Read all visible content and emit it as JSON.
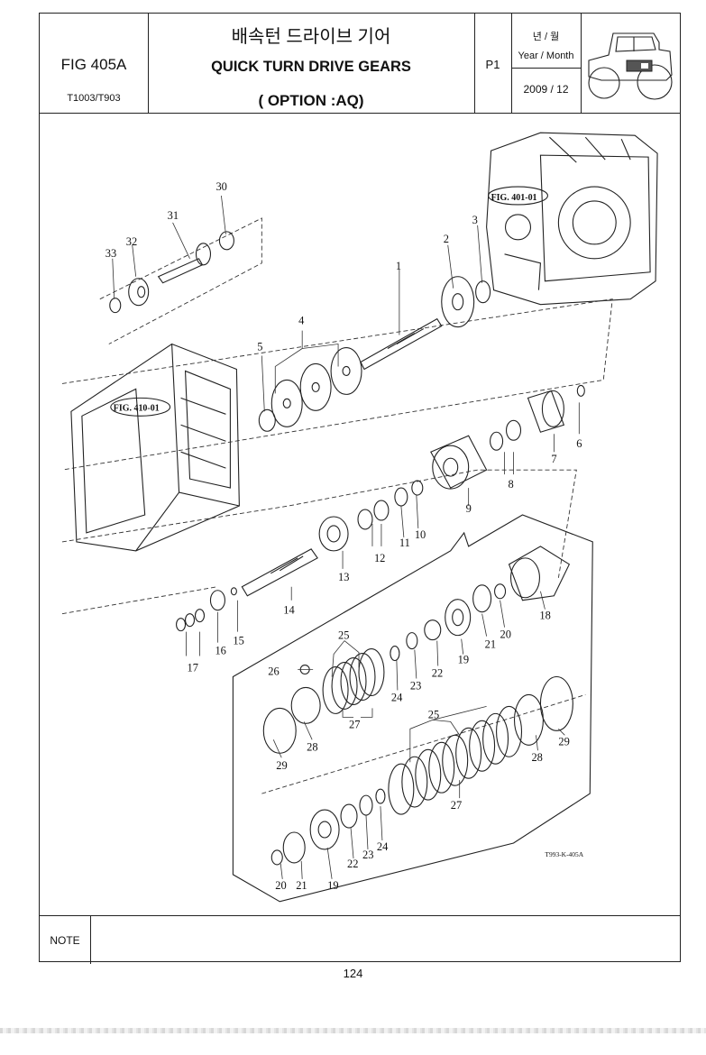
{
  "header": {
    "fig_no": "FIG 405A",
    "model": "T1003/T903",
    "title_kr": "배속턴 드라이브 기어",
    "title_en": "QUICK TURN DRIVE GEARS",
    "subtitle": "( OPTION :AQ)",
    "page_code": "P1",
    "date_label_kr": "년 / 월",
    "date_label_en": "Year / Month",
    "date_value": "2009 / 12",
    "logo_icon": "tractor-icon"
  },
  "drawing": {
    "ref_figs": [
      "FIG. 401-01",
      "FIG. 410-01"
    ],
    "drawing_code": "T993-K-405A",
    "callouts": [
      "1",
      "2",
      "3",
      "4",
      "5",
      "6",
      "7",
      "8",
      "9",
      "10",
      "11",
      "12",
      "13",
      "14",
      "15",
      "16",
      "17",
      "18",
      "19",
      "20",
      "21",
      "22",
      "23",
      "24",
      "25",
      "26",
      "27",
      "28",
      "29",
      "30",
      "31",
      "32",
      "33",
      "20",
      "21",
      "19",
      "22",
      "23",
      "24",
      "25",
      "27",
      "28",
      "29"
    ]
  },
  "note": {
    "label": "NOTE",
    "text": ""
  },
  "page_number": "124"
}
